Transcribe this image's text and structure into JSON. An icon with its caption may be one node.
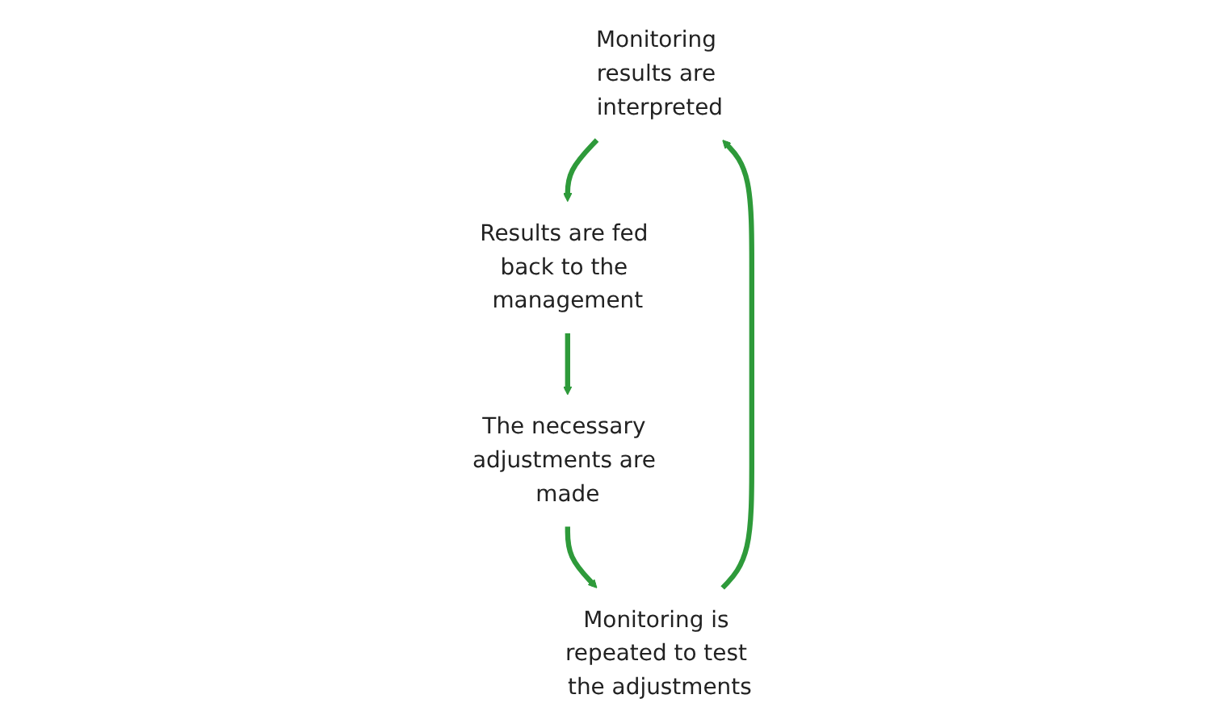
{
  "diagram": {
    "nodes": [
      {
        "text": [
          "Monitoring results are interpreted"
        ]
      },
      {
        "text": [
          "Monitoring is repeated to test the adjustments"
        ]
      },
      {
        "text": [
          "Results are fed back to the management"
        ]
      },
      {
        "text": [
          "The necessary adjustments are made"
        ]
      }
    ],
    "edges": [
      {
        "from": 0,
        "to": 2,
        "arrow": "to"
      },
      {
        "from": 2,
        "to": 3,
        "arrow": "to"
      },
      {
        "from": 3,
        "to": 1,
        "arrow": "to"
      },
      {
        "from": 1,
        "to": 0,
        "arrow": "to"
      }
    ]
  }
}
